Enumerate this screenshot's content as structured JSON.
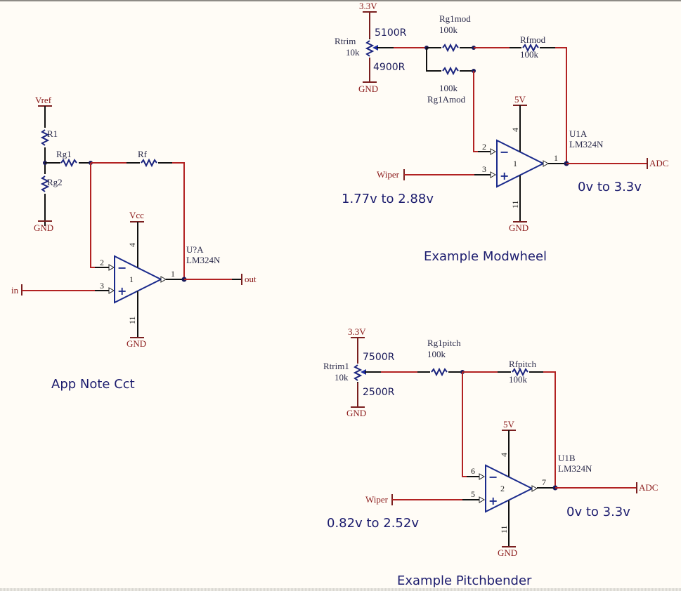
{
  "colors": {
    "background": "#fffcf6",
    "wire": "#b22222",
    "component": "#1a237e",
    "power_label": "#8b1a1a",
    "annotation": "#1c1c6e"
  },
  "app_note": {
    "title": "App  Note Cct",
    "vref": "Vref",
    "r1": "R1",
    "rg2": "Rg2",
    "gnd_top": "GND",
    "rg1": "Rg1",
    "rf": "Rf",
    "vcc": "Vcc",
    "gnd_amp": "GND",
    "designator": "U?A",
    "part": "LM324N",
    "unit": "1",
    "pin_inv": "2",
    "pin_noninv": "3",
    "pin_out": "1",
    "pin_vplus": "4",
    "pin_vminus": "11",
    "port_in": "in",
    "port_out": "out"
  },
  "modwheel": {
    "title": "Example Modwheel",
    "supply": "3.3V",
    "pot_name": "Rtrim",
    "pot_value": "10k",
    "pot_upper": "5100R",
    "pot_lower": "4900R",
    "gnd_pot": "GND",
    "rg1_name": "Rg1mod",
    "rg1_value": "100k",
    "rg1a_value": "100k",
    "rg1a_name": "Rg1Amod",
    "rf_name": "Rfmod",
    "rf_value": "100k",
    "vplus": "5V",
    "gnd_amp": "GND",
    "designator": "U1A",
    "part": "LM324N",
    "unit": "1",
    "pin_inv": "2",
    "pin_noninv": "3",
    "pin_out": "1",
    "pin_vplus": "4",
    "pin_vminus": "11",
    "port_in": "Wiper",
    "port_out": "ADC",
    "input_range": "1.77v to 2.88v",
    "output_range": "0v to 3.3v"
  },
  "pitchbender": {
    "title": "Example Pitchbender",
    "supply": "3.3V",
    "pot_name": "Rtrim1",
    "pot_value": "10k",
    "pot_upper": "7500R",
    "pot_lower": "2500R",
    "gnd_pot": "GND",
    "rg1_name": "Rg1pitch",
    "rg1_value": "100k",
    "rf_name": "Rfpitch",
    "rf_value": "100k",
    "vplus": "5V",
    "gnd_amp": "GND",
    "designator": "U1B",
    "part": "LM324N",
    "unit": "2",
    "pin_inv": "6",
    "pin_noninv": "5",
    "pin_out": "7",
    "pin_vplus": "4",
    "pin_vminus": "11",
    "port_in": "Wiper",
    "port_out": "ADC",
    "input_range": "0.82v to 2.52v",
    "output_range": "0v to 3.3v"
  }
}
